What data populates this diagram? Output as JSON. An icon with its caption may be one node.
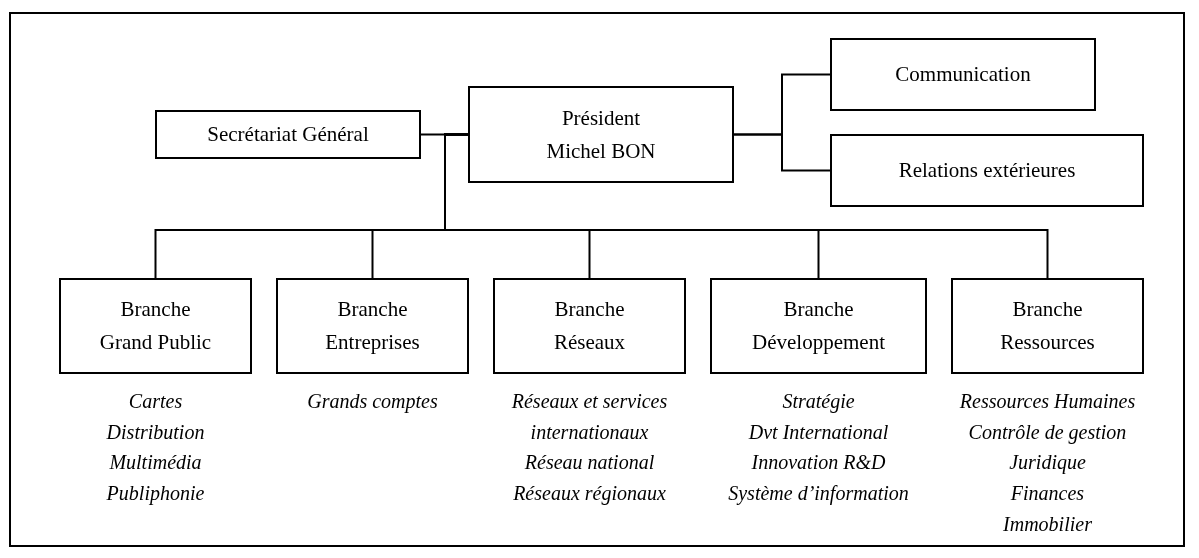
{
  "diagram": {
    "nodes": [
      {
        "text": [
          "Président",
          "Michel BON"
        ]
      },
      {
        "text": [
          "Secrétariat Général"
        ]
      },
      {
        "text": [
          "Communication"
        ]
      },
      {
        "text": [
          "Relations extérieures"
        ]
      },
      {
        "text": [
          "Branche",
          "Grand Public"
        ],
        "beside": [
          "Cartes",
          "Distribution",
          "Multimédia",
          "Publiphonie"
        ]
      },
      {
        "text": [
          "Branche",
          "Entreprises"
        ],
        "beside": [
          "Grands comptes"
        ]
      },
      {
        "text": [
          "Branche",
          "Réseaux"
        ],
        "beside": [
          "Réseaux et services internationaux",
          "Réseau national",
          "Réseaux régionaux"
        ]
      },
      {
        "text": [
          "Branche",
          "Développement"
        ],
        "beside": [
          "Stratégie",
          "Dvt International",
          "Innovation R&D",
          "Système d’information"
        ]
      },
      {
        "text": [
          "Branche",
          "Ressources"
        ],
        "beside": [
          "Ressources Humaines",
          "Contrôle de gestion",
          "Juridique",
          "Finances",
          "Immobilier"
        ]
      }
    ],
    "edges": [
      {
        "from": 0,
        "to": 1,
        "arrow": "none"
      },
      {
        "from": 0,
        "to": 2,
        "arrow": "none"
      },
      {
        "from": 0,
        "to": 3,
        "arrow": "none"
      },
      {
        "from": 0,
        "to": 4,
        "arrow": "none"
      },
      {
        "from": 0,
        "to": 5,
        "arrow": "none"
      },
      {
        "from": 0,
        "to": 6,
        "arrow": "none"
      },
      {
        "from": 0,
        "to": 7,
        "arrow": "none"
      },
      {
        "from": 0,
        "to": 8,
        "arrow": "none"
      }
    ]
  }
}
